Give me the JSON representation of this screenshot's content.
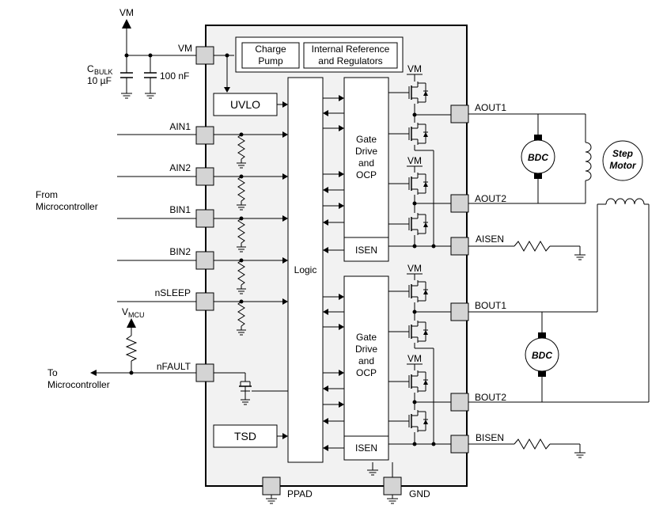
{
  "ic": {
    "blocks": {
      "charge_pump": [
        "Charge",
        "Pump"
      ],
      "internal_ref": [
        "Internal Reference",
        "and Regulators"
      ],
      "uvlo": "UVLO",
      "logic": "Logic",
      "tsd": "TSD",
      "gate_drive_a": [
        "Gate",
        "Drive",
        "and",
        "OCP"
      ],
      "gate_drive_b": [
        "Gate",
        "Drive",
        "and",
        "OCP"
      ],
      "isen_a": "ISEN",
      "isen_b": "ISEN"
    },
    "fet_supply_label": "VM",
    "pins_left": {
      "vm": "VM",
      "ain1": "AIN1",
      "ain2": "AIN2",
      "bin1": "BIN1",
      "bin2": "BIN2",
      "nsleep": "nSLEEP",
      "nfault": "nFAULT"
    },
    "pins_right": {
      "aout1": "AOUT1",
      "aout2": "AOUT2",
      "aisen": "AISEN",
      "bout1": "BOUT1",
      "bout2": "BOUT2",
      "bisen": "BISEN"
    },
    "pins_bottom": {
      "ppad": "PPAD",
      "gnd": "GND"
    }
  },
  "external": {
    "supply_label": "VM",
    "cbulk_label": "C",
    "cbulk_sub": "BULK",
    "cbulk_value": "10 µF",
    "cap_value": "100 nF",
    "from_mcu": [
      "From",
      "Microcontroller"
    ],
    "to_mcu": [
      "To",
      "Microcontroller"
    ],
    "vmcu_label": "V",
    "vmcu_sub": "MCU",
    "motor_bdc_a": "BDC",
    "motor_bdc_b": "BDC",
    "step_motor": [
      "Step",
      "Motor"
    ]
  }
}
